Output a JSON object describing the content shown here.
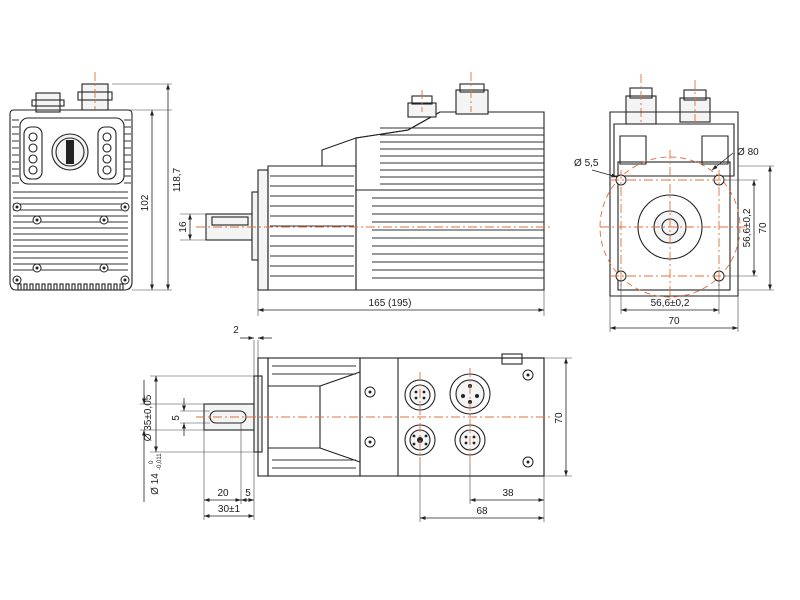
{
  "accent_color": "#e0703a",
  "line_color": "#222222",
  "dimensions": {
    "front_height_inner": "102",
    "front_height_total": "118,7",
    "shaft_height": "16",
    "length": "165 (195)",
    "hole_dia": "5,5",
    "bolt_circle": "80",
    "flange_pitch_v": "56,6±0,2",
    "flange_pitch_h": "56,6±0,2",
    "flange_height": "70",
    "flange_width": "70",
    "step": "2",
    "key_width": "5",
    "pilot_dia": "35±0,05",
    "shaft_dia_main": "14",
    "shaft_dia_tol_upper": "0",
    "shaft_dia_tol_lower": "-0,011",
    "key_length": "20",
    "key_offset": "5",
    "shaft_length": "30±1",
    "connector_pos": "38",
    "connector_width": "68",
    "top_height": "70"
  }
}
